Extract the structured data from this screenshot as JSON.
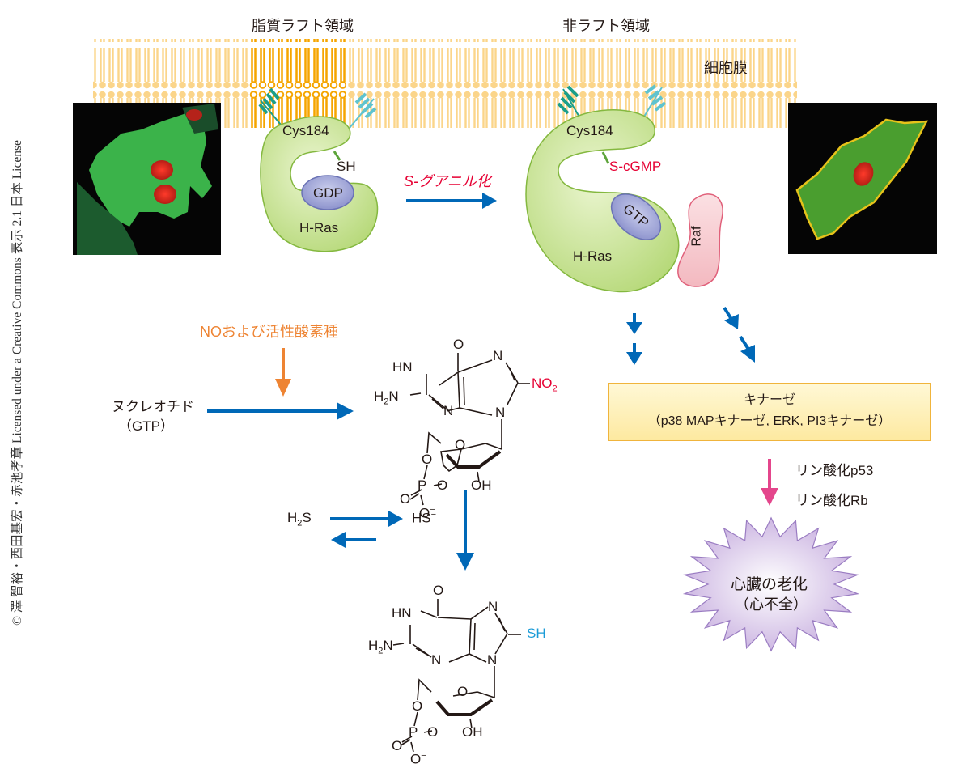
{
  "credit": "© 澤 智裕・西田基宏・赤池孝章 Licensed under a Creative Commons 表示 2.1 日本 License",
  "membrane": {
    "raft_region_label": "脂質ラフト領域",
    "nonraft_region_label": "非ラフト領域",
    "membrane_label": "細胞膜"
  },
  "left_complex": {
    "residue": "Cys184",
    "thiol": "SH",
    "nucleotide": "GDP",
    "protein": "H-Ras"
  },
  "reaction_arrow_label": "S-グアニル化",
  "right_complex": {
    "residue": "Cys184",
    "modification": "S-cGMP",
    "nucleotide": "GTP",
    "protein": "H-Ras",
    "effector": "Raf"
  },
  "synthesis": {
    "stimulus": "NOおよび活性酸素種",
    "substrate_line1": "ヌクレオチド",
    "substrate_line2": "（GTP）"
  },
  "nitro_cgmp": {
    "atoms": {
      "o_top": "O",
      "hn": "HN",
      "n7": "N",
      "substituent_main": "NO",
      "substituent_sub": "2",
      "h2n_h": "H",
      "h2n_sub": "2",
      "h2n_n": "N",
      "n3": "N",
      "n9": "N",
      "o_ring": "O",
      "o5": "O",
      "p": "P",
      "o3": "O",
      "o_double": "O",
      "o_minus": "O",
      "minus": "−",
      "oh": "OH"
    }
  },
  "h2s_equilibrium": {
    "h2s_h": "H",
    "h2s_sub": "2",
    "h2s_s": "S",
    "hs_minus": "HS",
    "hs_charge": "−"
  },
  "sh_cgmp": {
    "atoms": {
      "o_top": "O",
      "hn": "HN",
      "n7": "N",
      "substituent_main": "SH",
      "h2n_h": "H",
      "h2n_sub": "2",
      "h2n_n": "N",
      "n3": "N",
      "n9": "N",
      "o_ring": "O",
      "o5": "O",
      "p": "P",
      "o3": "O",
      "o_double": "O",
      "o_minus": "O",
      "minus": "−",
      "oh": "OH"
    }
  },
  "kinase": {
    "title": "キナーゼ",
    "members": "（p38 MAPキナーゼ, ERK, PI3キナーゼ）"
  },
  "phosphorylation": {
    "line1": "リン酸化p53",
    "line2": "リン酸化Rb"
  },
  "outcome": {
    "line1": "心臓の老化",
    "line2": "（心不全）"
  },
  "colors": {
    "arrow_blue": "#0068b7",
    "stimulus_orange": "#ee8433",
    "highlight_red": "#e60033",
    "sh_blue": "#1a9bd7",
    "pink_arrow": "#e4468c",
    "membrane_light": "#fbd58a",
    "membrane_raft": "#f5a500",
    "ras_green": "#b9da7a",
    "gdp_purple": "#8e94cf",
    "raf_pink": "#f6c2c8",
    "burst_purple": "#d9c9ea"
  }
}
